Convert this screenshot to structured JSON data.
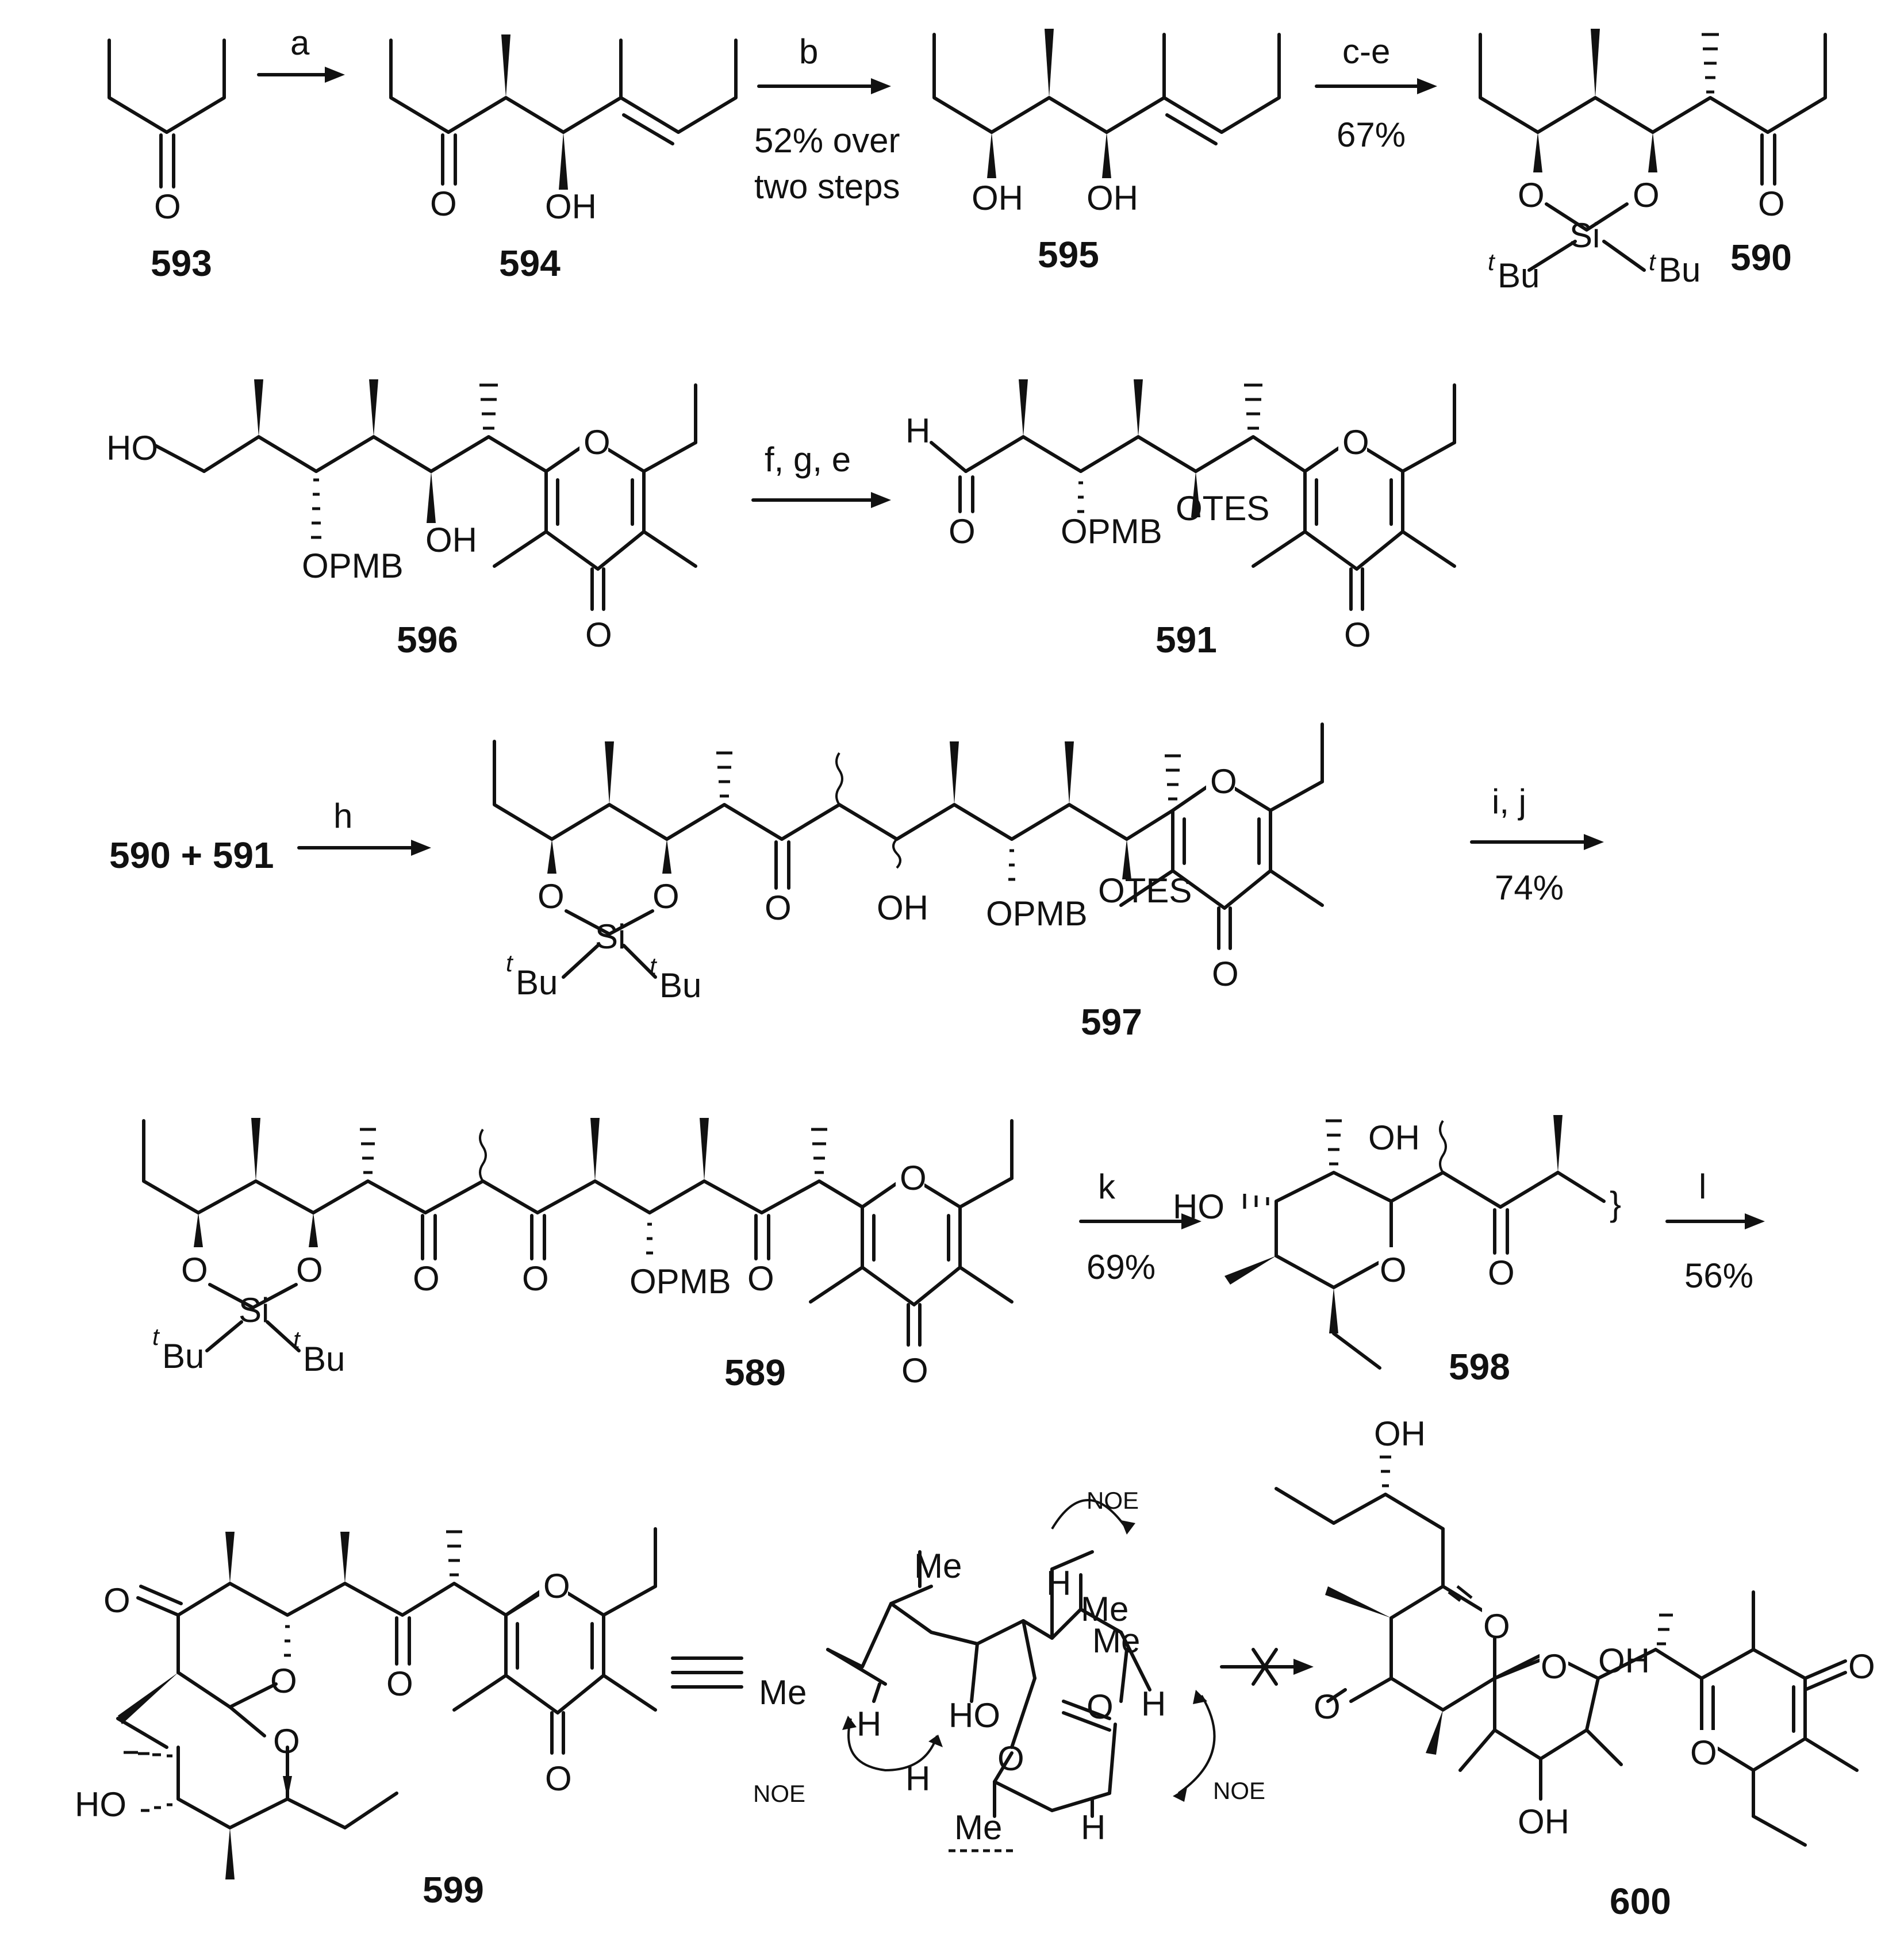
{
  "compounds": {
    "c593": "593",
    "c594": "594",
    "c595": "595",
    "c590": "590",
    "c596": "596",
    "c591": "591",
    "c597": "597",
    "c589": "589",
    "c598": "598",
    "c599": "599",
    "c600": "600"
  },
  "reaction_combo": "590 + 591",
  "steps": {
    "a": "a",
    "b": "b",
    "b_yield_1": "52% over",
    "b_yield_2": "two steps",
    "cde": "c-e",
    "cde_yield": "67%",
    "fge": "f, g, e",
    "h": "h",
    "ij": "i, j",
    "ij_yield": "74%",
    "k": "k",
    "k_yield": "69%",
    "l": "l",
    "l_yield": "56%"
  },
  "labels": {
    "O": "O",
    "OH": "OH",
    "HO": "HO",
    "H": "H",
    "Si": "Si",
    "Bu": "Bu",
    "t": "t",
    "OPMB": "OPMB",
    "OTES": "OTES",
    "Me": "Me",
    "NOE": "NOE",
    "brace": "}"
  }
}
